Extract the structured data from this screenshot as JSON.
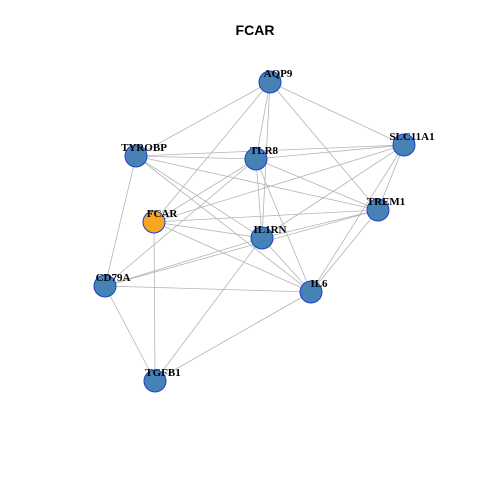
{
  "title": "FCAR",
  "colors": {
    "node_fill": "#4682B4",
    "node_stroke": "#1F3FCF",
    "focus_fill": "#F5A623",
    "focus_stroke": "#1F3FCF",
    "edge": "#B4B4B4"
  },
  "nodes": [
    {
      "id": "AQP9",
      "label": "AQP9"
    },
    {
      "id": "SLC11A1",
      "label": "SLC11A1"
    },
    {
      "id": "TYROBP",
      "label": "TYROBP"
    },
    {
      "id": "TLR8",
      "label": "TLR8"
    },
    {
      "id": "TREM1",
      "label": "TREM1"
    },
    {
      "id": "FCAR",
      "label": "FCAR",
      "focus": true
    },
    {
      "id": "IL1RN",
      "label": "IL1RN"
    },
    {
      "id": "CD79A",
      "label": "CD79A"
    },
    {
      "id": "IL6",
      "label": "IL6"
    },
    {
      "id": "TGFB1",
      "label": "TGFB1"
    }
  ],
  "edges": [
    [
      "AQP9",
      "TYROBP"
    ],
    [
      "AQP9",
      "SLC11A1"
    ],
    [
      "AQP9",
      "TLR8"
    ],
    [
      "AQP9",
      "IL1RN"
    ],
    [
      "AQP9",
      "TREM1"
    ],
    [
      "AQP9",
      "FCAR"
    ],
    [
      "TYROBP",
      "TLR8"
    ],
    [
      "TYROBP",
      "TREM1"
    ],
    [
      "TYROBP",
      "IL1RN"
    ],
    [
      "TYROBP",
      "CD79A"
    ],
    [
      "TYROBP",
      "IL6"
    ],
    [
      "TYROBP",
      "SLC11A1"
    ],
    [
      "TLR8",
      "SLC11A1"
    ],
    [
      "TLR8",
      "TREM1"
    ],
    [
      "TLR8",
      "IL1RN"
    ],
    [
      "TLR8",
      "IL6"
    ],
    [
      "TLR8",
      "FCAR"
    ],
    [
      "TLR8",
      "CD79A"
    ],
    [
      "SLC11A1",
      "TREM1"
    ],
    [
      "SLC11A1",
      "IL1RN"
    ],
    [
      "SLC11A1",
      "IL6"
    ],
    [
      "SLC11A1",
      "FCAR"
    ],
    [
      "TREM1",
      "IL1RN"
    ],
    [
      "TREM1",
      "IL6"
    ],
    [
      "TREM1",
      "FCAR"
    ],
    [
      "TREM1",
      "CD79A"
    ],
    [
      "FCAR",
      "IL1RN"
    ],
    [
      "FCAR",
      "IL6"
    ],
    [
      "FCAR",
      "TGFB1"
    ],
    [
      "IL1RN",
      "CD79A"
    ],
    [
      "IL1RN",
      "IL6"
    ],
    [
      "IL1RN",
      "TGFB1"
    ],
    [
      "CD79A",
      "IL6"
    ],
    [
      "CD79A",
      "TGFB1"
    ],
    [
      "IL6",
      "TGFB1"
    ]
  ]
}
